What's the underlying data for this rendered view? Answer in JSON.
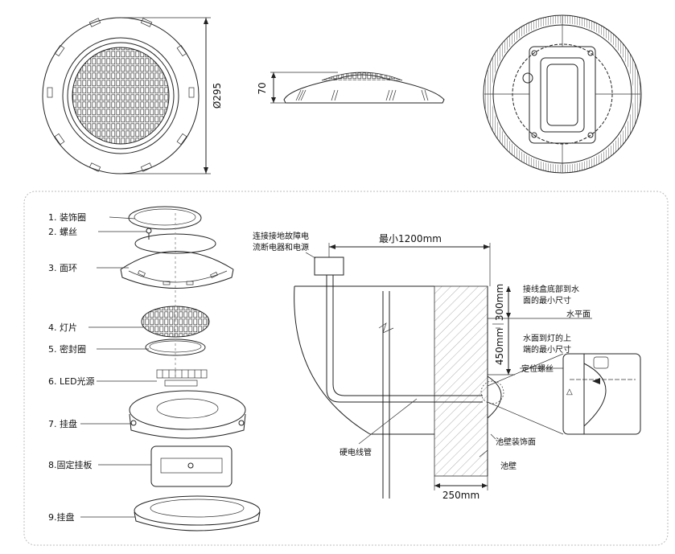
{
  "top_views": {
    "diameter_label": "Ø295",
    "height_label": "70"
  },
  "exploded_parts": [
    {
      "label": "1. 装饰圈"
    },
    {
      "label": "2. 螺丝"
    },
    {
      "label": "3. 面环"
    },
    {
      "label": "4. 灯片"
    },
    {
      "label": "5. 密封圈"
    },
    {
      "label": "6. LED光源"
    },
    {
      "label": "7. 挂盘"
    },
    {
      "label": "8.固定挂板"
    },
    {
      "label": "9.挂盘"
    }
  ],
  "install": {
    "junction_note_line1": "连接接地故障电",
    "junction_note_line2": "流断电器和电源",
    "min_distance": "最小1200mm",
    "dim_300": "300mm",
    "dim_450": "450mm",
    "dim_250": "250mm",
    "note_300_line1": "接线盒底部到水",
    "note_300_line2": "面的最小尺寸",
    "water_level": "水平面",
    "note_450_line1": "水面到灯的上",
    "note_450_line2": "端的最小尺寸",
    "locating_screw": "定位螺丝",
    "wall_finish": "池壁装饰面",
    "conduit": "硬电线管",
    "pool_wall": "池壁"
  }
}
